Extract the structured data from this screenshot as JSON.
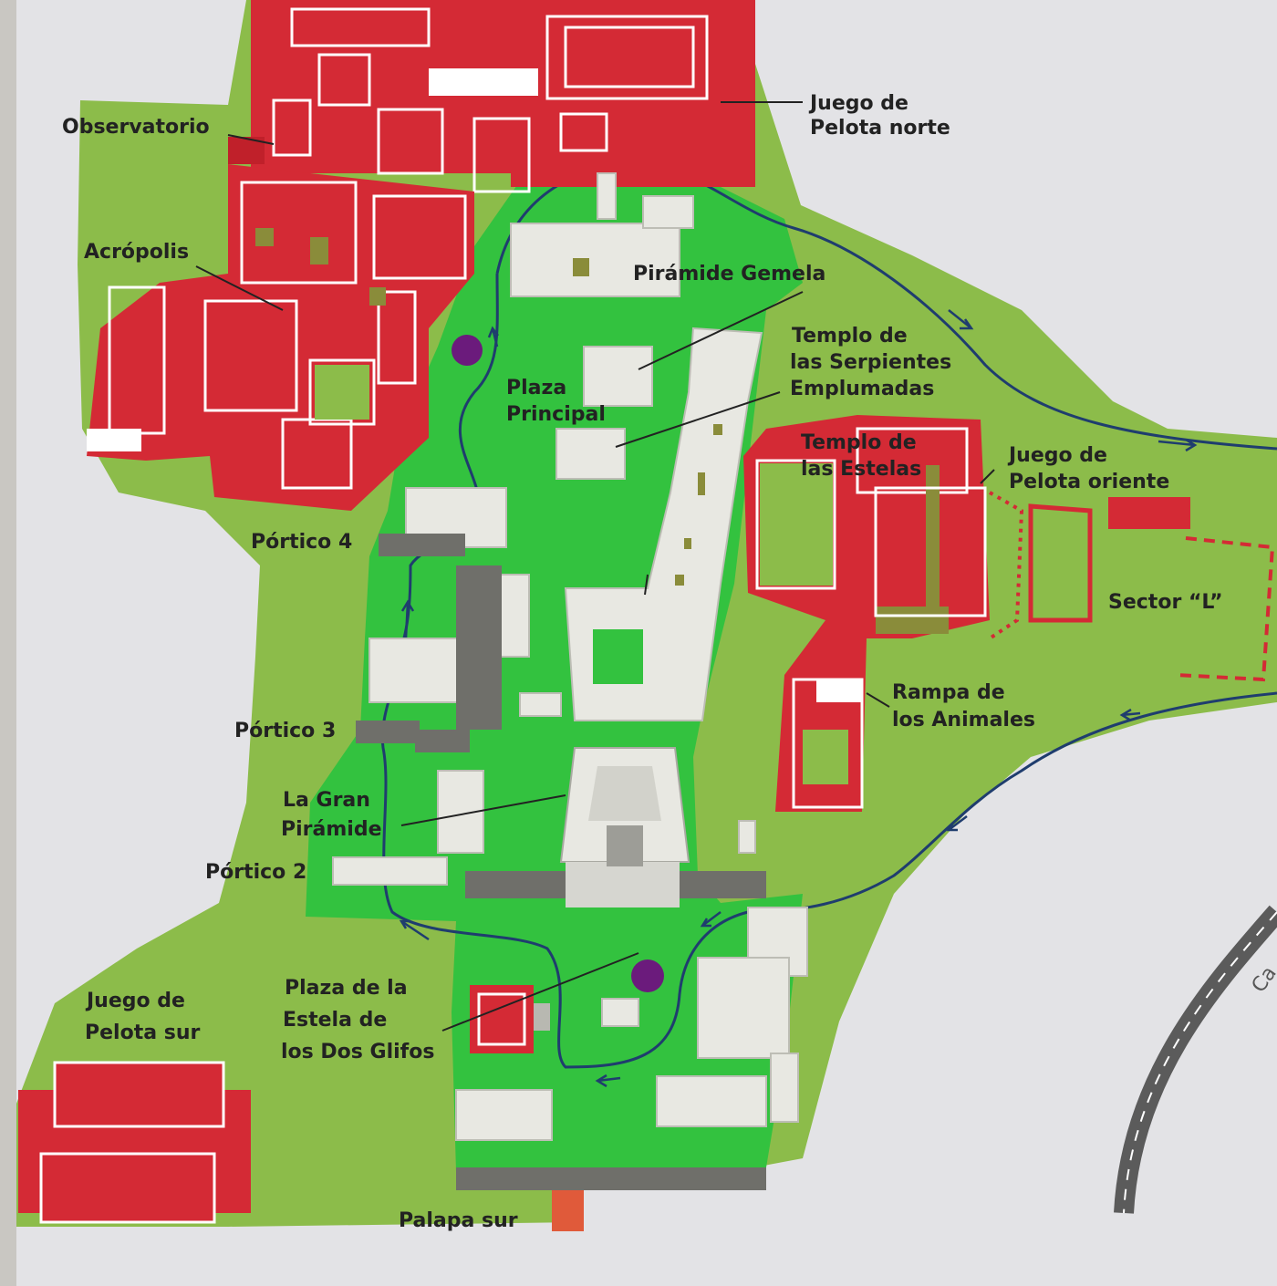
{
  "map": {
    "labels": {
      "observatorio": "Observatorio",
      "juego_pelota_norte_1": "Juego de",
      "juego_pelota_norte_2": "Pelota norte",
      "acropolis": "Acrópolis",
      "piramide_gemela": "Pirámide Gemela",
      "templo_serpientes_1": "Templo de",
      "templo_serpientes_2": "las Serpientes",
      "templo_serpientes_3": "Emplumadas",
      "plaza_principal_1": "Plaza",
      "plaza_principal_2": "Principal",
      "templo_estelas_1": "Templo de",
      "templo_estelas_2": "las Estelas",
      "juego_pelota_oriente_1": "Juego de",
      "juego_pelota_oriente_2": "Pelota oriente",
      "portico_4": "Pórtico 4",
      "sector_l": "Sector “L”",
      "portico_3": "Pórtico 3",
      "rampa_animales_1": "Rampa de",
      "rampa_animales_2": "los Animales",
      "gran_piramide_1": "La Gran",
      "gran_piramide_2": "Pirámide",
      "portico_2": "Pórtico 2",
      "juego_pelota_sur_1": "Juego de",
      "juego_pelota_sur_2": "Pelota sur",
      "plaza_estela_1": "Plaza de la",
      "plaza_estela_2": "Estela de",
      "plaza_estela_3": "los Dos Glifos",
      "palapa_sur": "Palapa sur",
      "road_label": "Ca"
    },
    "colors": {
      "background": "#e3e3e6",
      "site_green_light": "#8cbc4a",
      "site_green_bright": "#33c23f",
      "structure_red": "#d42a35",
      "structure_white": "#e8e8e2",
      "route_line": "#1f3d6e",
      "marker_purple": "#6b1b7c",
      "road": "#5b5b5b"
    }
  }
}
